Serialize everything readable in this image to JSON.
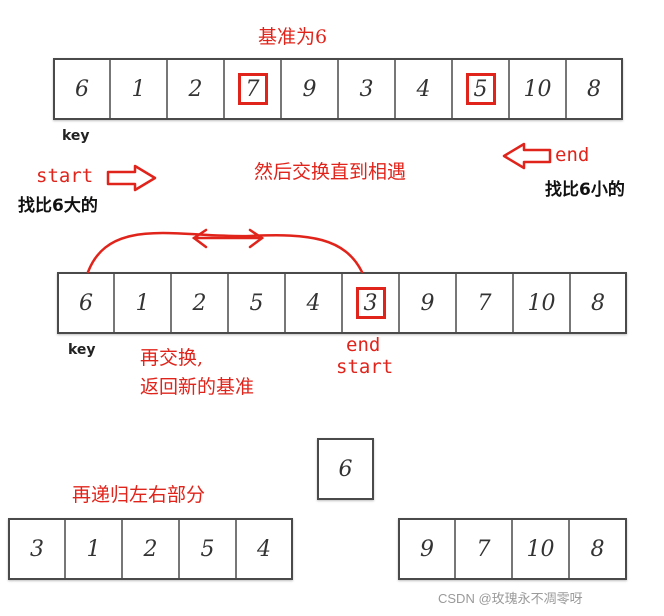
{
  "title": "基准为6",
  "row1": {
    "cells": [
      "6",
      "1",
      "2",
      "7",
      "9",
      "3",
      "4",
      "5",
      "10",
      "8"
    ],
    "highlight": [
      3,
      7
    ]
  },
  "key_label": "key",
  "start_label": "start",
  "end_label": "end",
  "find_big": "找比6大的",
  "find_small": "找比6小的",
  "middle_note": "然后交换直到相遇",
  "row2": {
    "cells": [
      "6",
      "1",
      "2",
      "5",
      "4",
      "3",
      "9",
      "7",
      "10",
      "8"
    ],
    "highlight": [
      5
    ]
  },
  "swap_note_line1": "再交换,",
  "swap_note_line2": "返回新的基准",
  "meet_end": "end",
  "meet_start": "start",
  "pivot_box": "6",
  "recurse_note": "再递归左右部分",
  "left_part": [
    "3",
    "1",
    "2",
    "5",
    "4"
  ],
  "right_part": [
    "9",
    "7",
    "10",
    "8"
  ],
  "watermark": "CSDN @玫瑰永不凋零呀",
  "colors": {
    "accent": "#e0241b",
    "border": "#4a4a4a"
  }
}
